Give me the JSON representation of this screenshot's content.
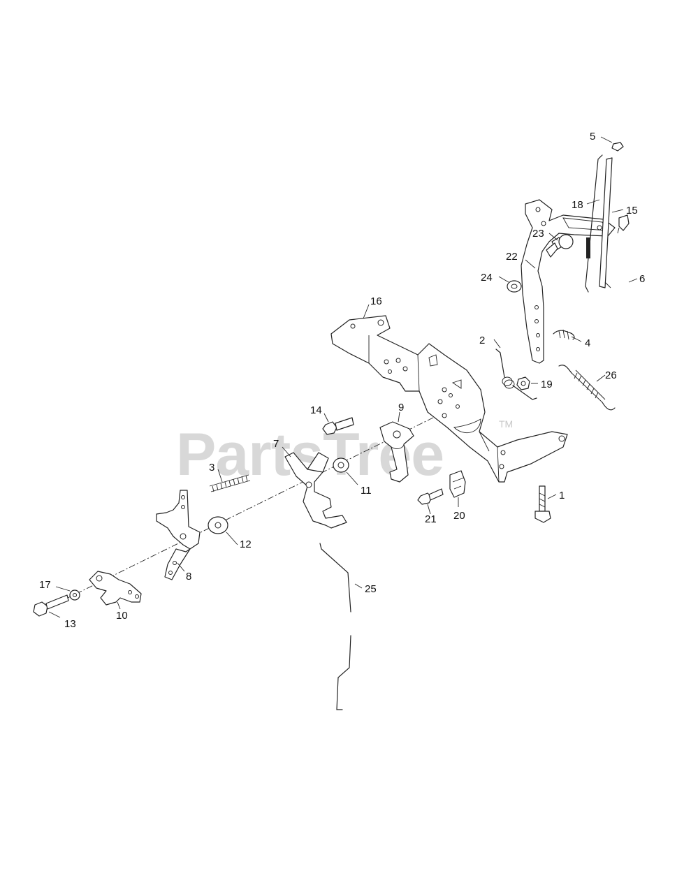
{
  "watermark": {
    "text": "PartsTree",
    "trademark": "TM",
    "color": "#d8d8d8"
  },
  "callouts": {
    "c1": "1",
    "c2": "2",
    "c3": "3",
    "c4": "4",
    "c5": "5",
    "c6": "6",
    "c7": "7",
    "c8": "8",
    "c9": "9",
    "c10": "10",
    "c11": "11",
    "c12": "12",
    "c13": "13",
    "c14": "14",
    "c15": "15",
    "c16": "16",
    "c17": "17",
    "c18": "18",
    "c19": "19",
    "c20": "20",
    "c21": "21",
    "c22": "22",
    "c23": "23",
    "c24": "24",
    "c25": "25",
    "c26": "26"
  }
}
